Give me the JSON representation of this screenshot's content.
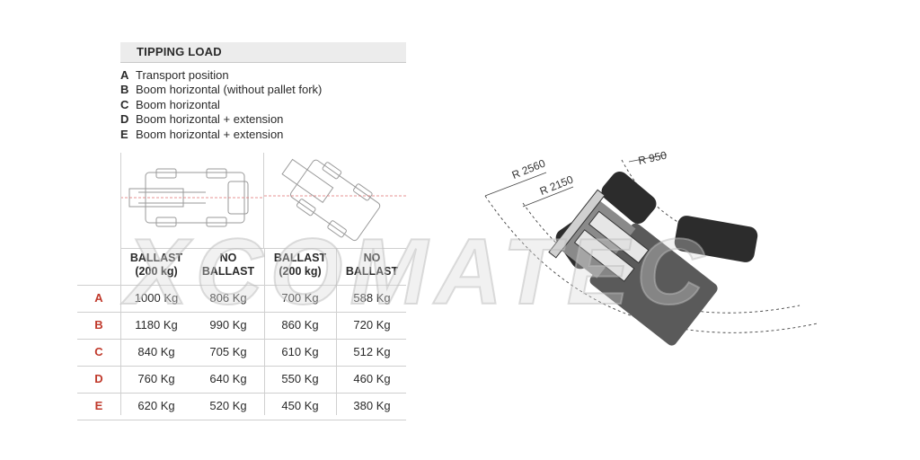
{
  "title": "TIPPING LOAD",
  "legend": [
    {
      "letter": "A",
      "text": "Transport position"
    },
    {
      "letter": "B",
      "text": "Boom horizontal (without pallet fork)"
    },
    {
      "letter": "C",
      "text": "Boom horizontal"
    },
    {
      "letter": "D",
      "text": "Boom horizontal + extension"
    },
    {
      "letter": "E",
      "text": "Boom horizontal + extension"
    }
  ],
  "headers": [
    {
      "line1": "BALLAST",
      "line2": "(200 kg)"
    },
    {
      "line1": "NO",
      "line2": "BALLAST"
    },
    {
      "line1": "BALLAST",
      "line2": "(200 kg)"
    },
    {
      "line1": "NO",
      "line2": "BALLAST"
    }
  ],
  "rows": [
    {
      "label": "A",
      "values": [
        "1000 Kg",
        "806 Kg",
        "700 Kg",
        "588 Kg"
      ]
    },
    {
      "label": "B",
      "values": [
        "1180 Kg",
        "990 Kg",
        "860 Kg",
        "720 Kg"
      ]
    },
    {
      "label": "C",
      "values": [
        "840 Kg",
        "705 Kg",
        "610 Kg",
        "512 Kg"
      ]
    },
    {
      "label": "D",
      "values": [
        "760 Kg",
        "640 Kg",
        "550 Kg",
        "460 Kg"
      ]
    },
    {
      "label": "E",
      "values": [
        "620 Kg",
        "520 Kg",
        "450 Kg",
        "380 Kg"
      ]
    }
  ],
  "radii": {
    "r1": "R 2560",
    "r2": "R 2150",
    "r3": "R 950"
  },
  "watermark": "XCOMATEC",
  "colors": {
    "accent": "#c0392b",
    "title_bg": "#ececec",
    "machine": "#5a5a5a"
  }
}
